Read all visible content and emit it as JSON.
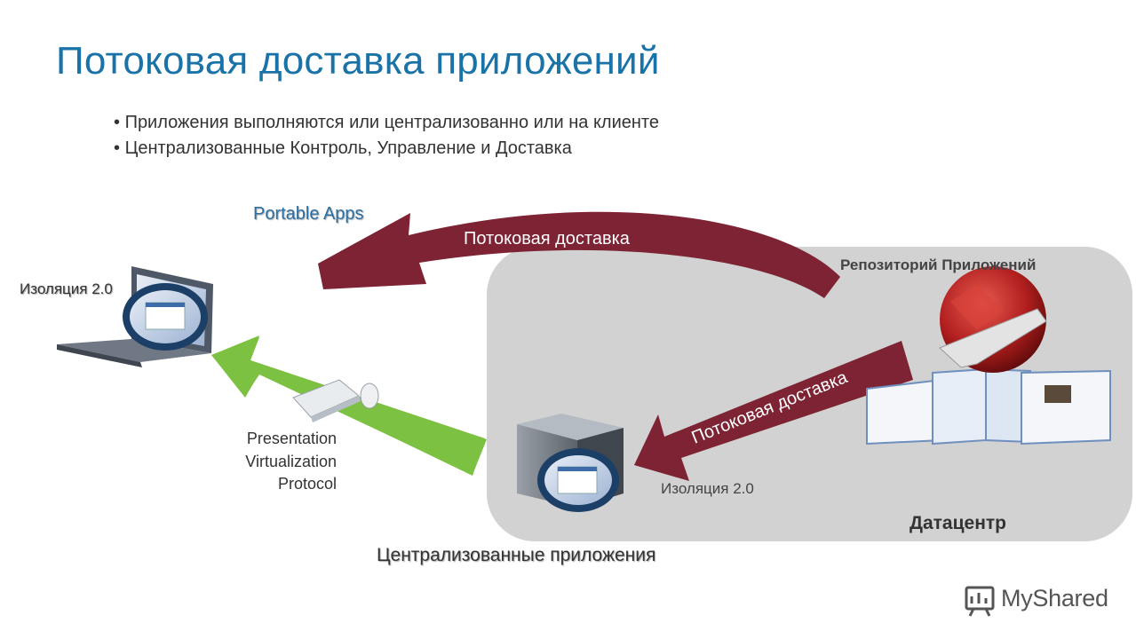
{
  "slide": {
    "title": "Потоковая доставка приложений",
    "bullets": [
      "Приложения выполняются или централизованно или на клиенте",
      "Централизованные Контроль, Управление и Доставка"
    ]
  },
  "diagram": {
    "top_arrow_label": "Потоковая доставка",
    "diag_arrow_label": "Потоковая доставка",
    "portable_apps": "Portable Apps",
    "isolation_left": "Изоляция 2.0",
    "isolation_right": "Изоляция 2.0",
    "repository": "Репозиторий Приложений",
    "protocol_lines": [
      "Presentation",
      "Virtualization",
      "Protocol"
    ],
    "datacenter": "Датацентр",
    "centralized_apps": "Централизованные приложения"
  },
  "brand": {
    "name": "MyShared"
  },
  "colors": {
    "title": "#1a73a8",
    "maroon_arrow": "#7d2333",
    "green_arrow": "#7dc142",
    "datacenter_bg": "#d2d2d2",
    "isolation_ring": "#1b3f66"
  },
  "icons": [
    "laptop-icon",
    "server-icon",
    "keyboard-mouse-icon",
    "app-repository-icon",
    "app-windows-icon",
    "presentation-logo-icon"
  ]
}
